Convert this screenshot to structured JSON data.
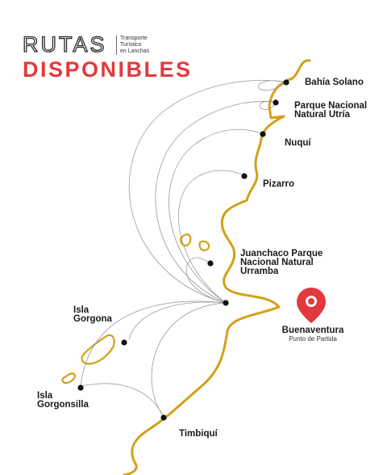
{
  "header": {
    "title_line1": "RUTAS",
    "subtitle_line1": "Transporte",
    "subtitle_line2": "Turístico",
    "subtitle_line3": "en Lanchas",
    "title_line2": "DISPONIBLES"
  },
  "colors": {
    "accent": "#e4393c",
    "coastline": "#d4a017",
    "route_line": "#9a9a9a",
    "text": "#1a1a1a"
  },
  "origin": {
    "name": "Buenaventura",
    "note": "Punto de Partida",
    "icon": "location-pin-icon"
  },
  "destinations": [
    {
      "name_line1": "Bahía Solano"
    },
    {
      "name_line1": "Parque Nacional",
      "name_line2": "Natural Utría"
    },
    {
      "name_line1": "Nuquí"
    },
    {
      "name_line1": "Pizarro"
    },
    {
      "name_line1": "Juanchaco Parque",
      "name_line2": "Nacional Natural",
      "name_line3": "Urramba"
    },
    {
      "name_line1": "Isla",
      "name_line2": "Gorgona"
    },
    {
      "name_line1": "Isla",
      "name_line2": "Gorgonsilla"
    },
    {
      "name_line1": "Timbiquí"
    }
  ]
}
